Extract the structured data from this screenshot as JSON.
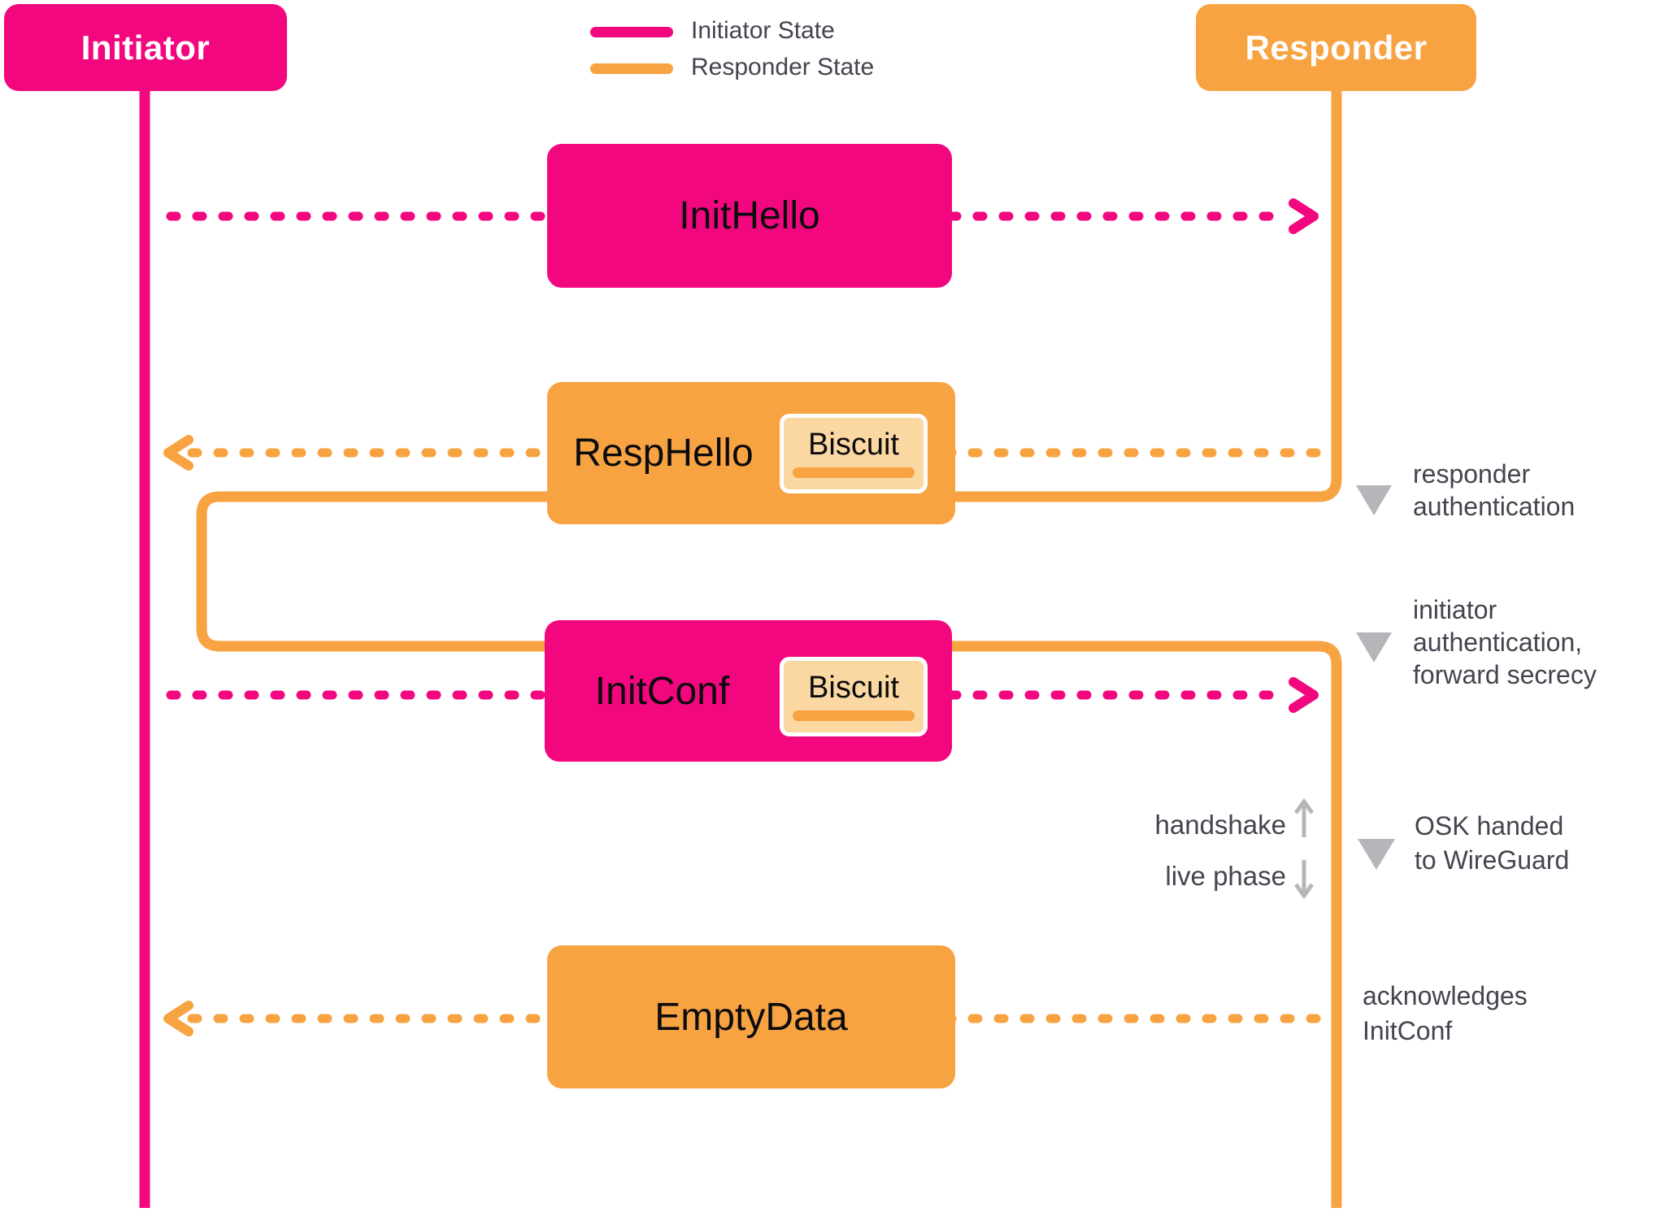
{
  "actors": {
    "initiator": {
      "label": "Initiator",
      "color": "#F2077E"
    },
    "responder": {
      "label": "Responder",
      "color": "#F8A342"
    }
  },
  "legend": {
    "initiator_state": {
      "label": "Initiator State",
      "color": "#F2077E"
    },
    "responder_state": {
      "label": "Responder State",
      "color": "#F8A342"
    }
  },
  "messages": {
    "init_hello": {
      "label": "InitHello"
    },
    "resp_hello": {
      "label": "RespHello",
      "biscuit": "Biscuit"
    },
    "init_conf": {
      "label": "InitConf",
      "biscuit": "Biscuit"
    },
    "empty_data": {
      "label": "EmptyData"
    }
  },
  "annotations": {
    "responder_auth": {
      "lines": [
        "responder",
        "authentication"
      ]
    },
    "initiator_auth": {
      "lines": [
        "initiator",
        "authentication,",
        "forward secrecy"
      ]
    },
    "osk": {
      "lines": [
        "OSK handed",
        "to WireGuard"
      ]
    },
    "ack": {
      "lines": [
        "acknowledges",
        "InitConf"
      ]
    }
  },
  "phase": {
    "handshake": "handshake",
    "live_phase": "live phase"
  },
  "colors": {
    "initiator_pink": "#F2077E",
    "responder_orange": "#F8A342",
    "biscuit_fill": "#FBD7A2",
    "annotation_text": "#43454F",
    "muted_gray": "#B6B6BA",
    "background": "#FFFFFF"
  }
}
